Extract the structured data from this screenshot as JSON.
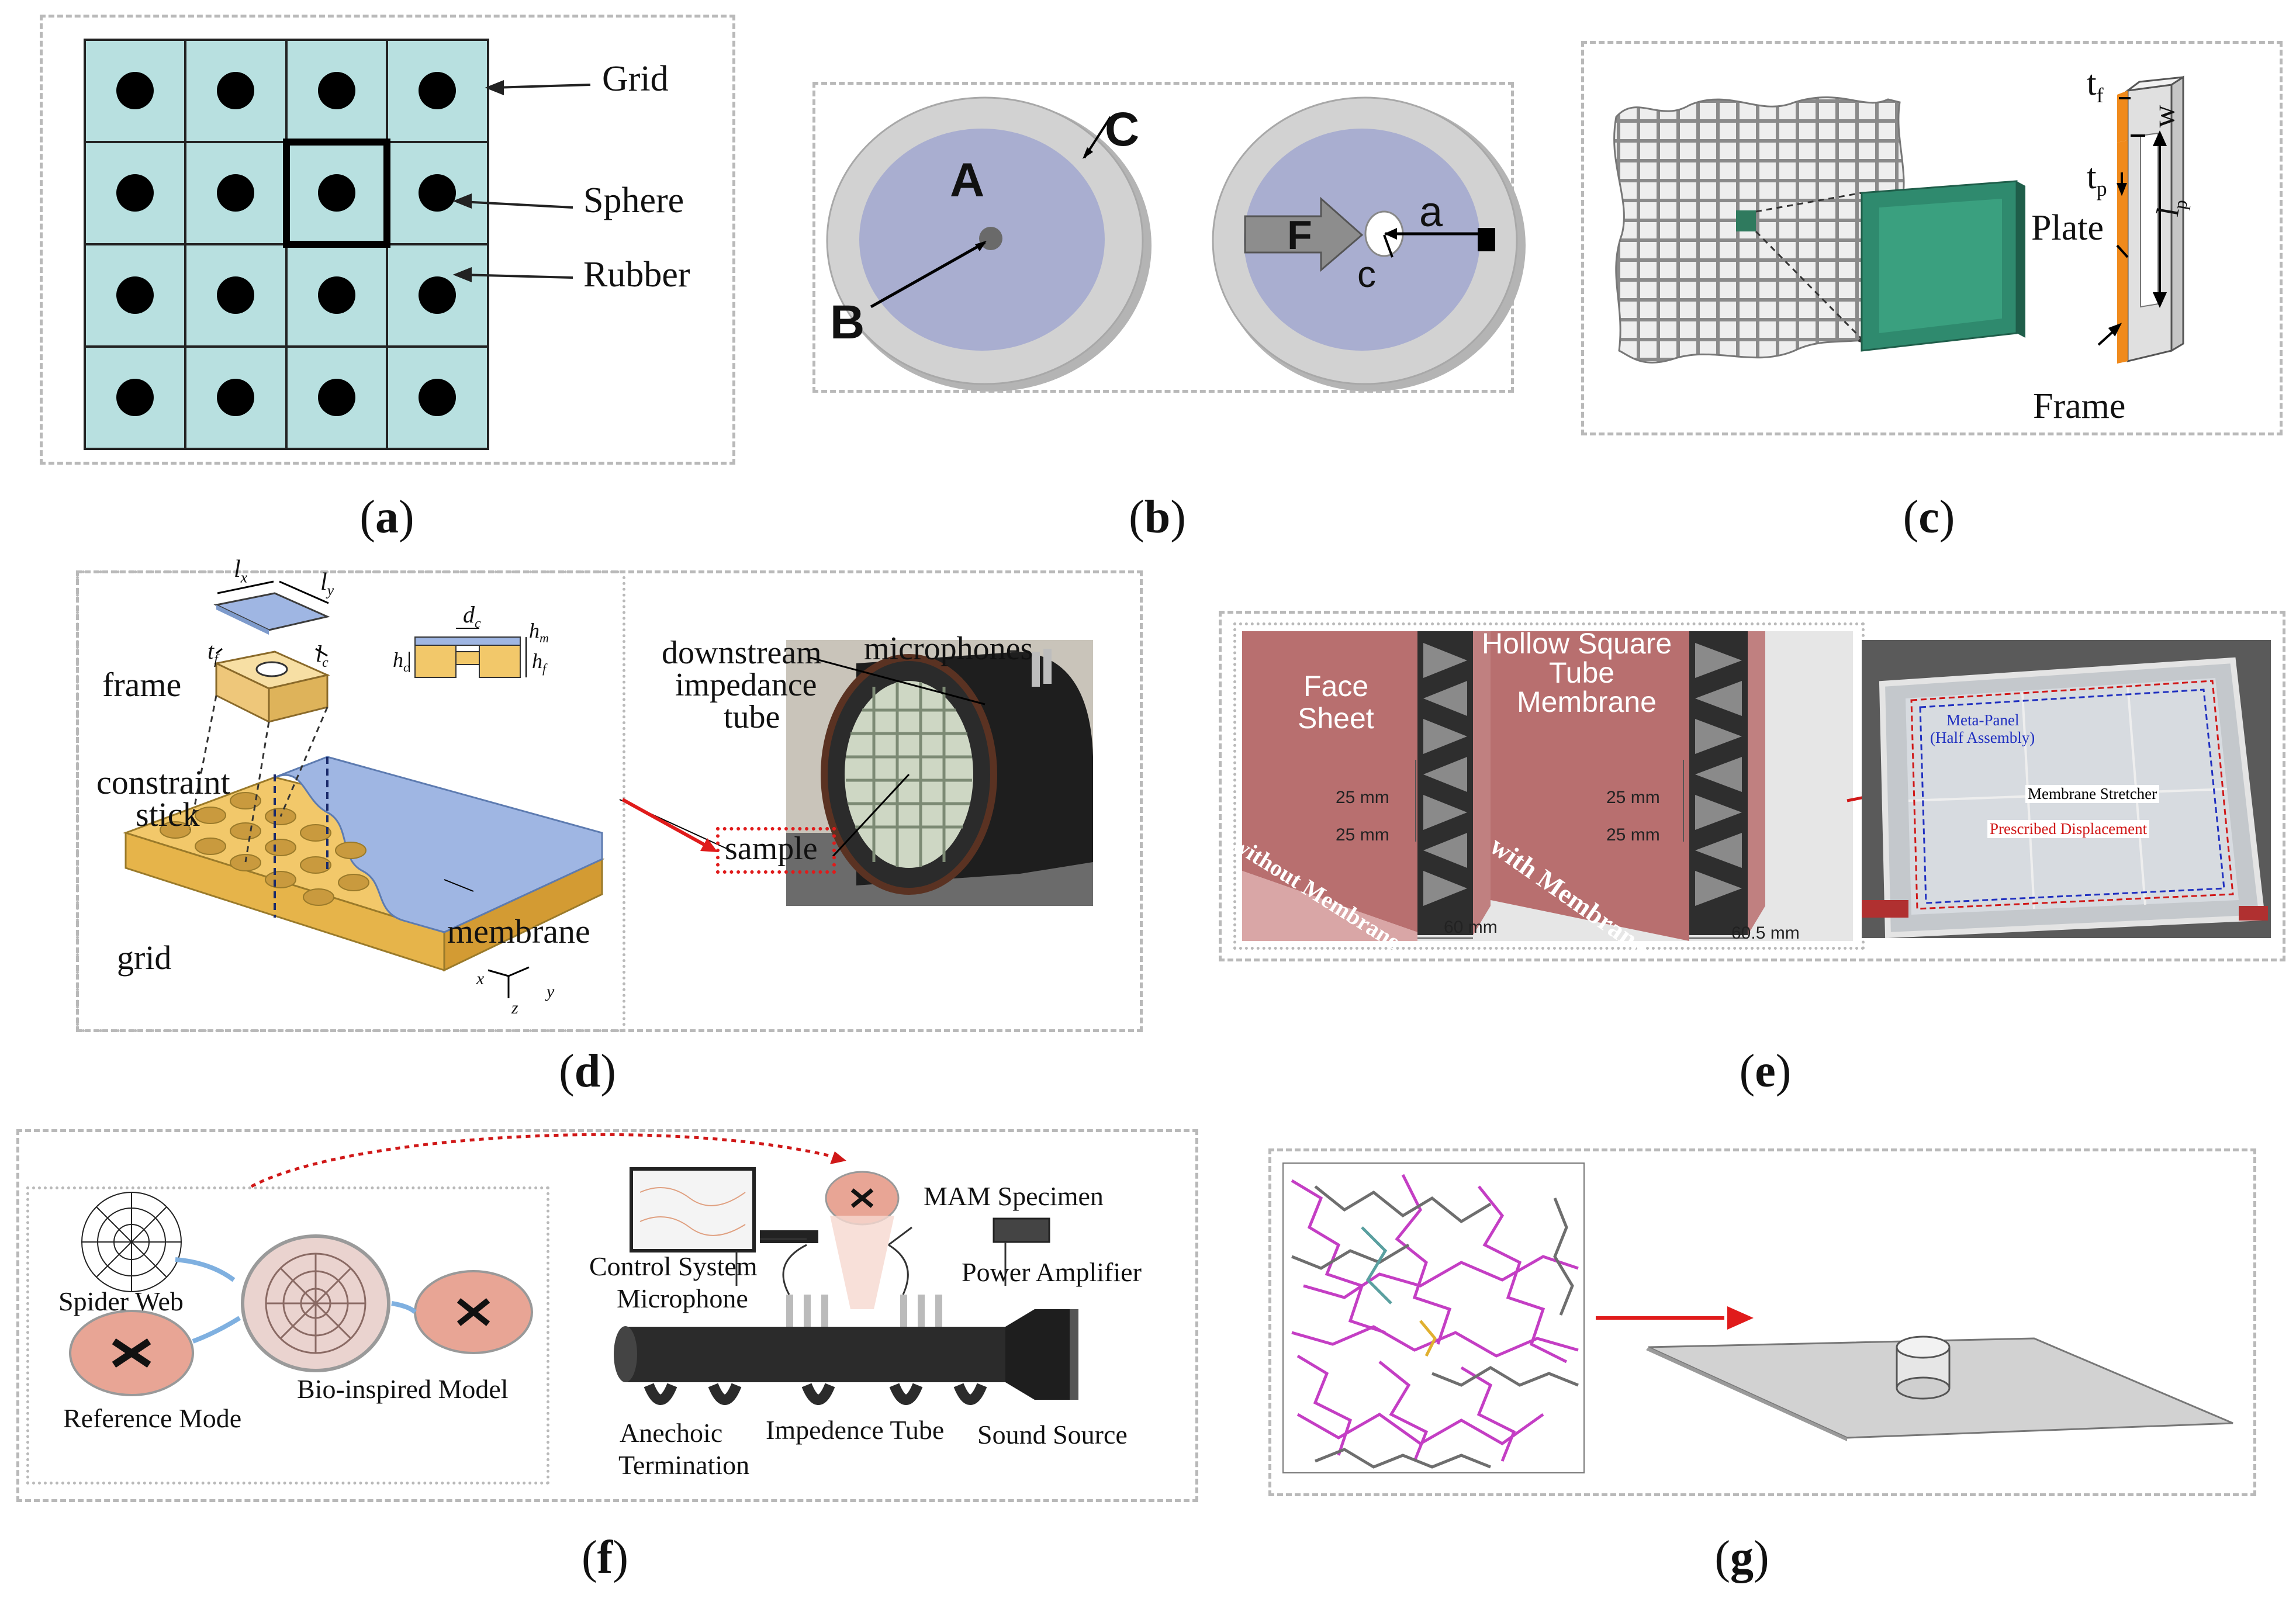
{
  "panels": {
    "a": {
      "caption_open": "(",
      "caption_letter": "a",
      "caption_close": ")",
      "labels": {
        "grid": "Grid",
        "sphere": "Sphere",
        "rubber": "Rubber"
      },
      "colors": {
        "cell": "#b8e0e0",
        "dot": "#000000"
      }
    },
    "b": {
      "caption_open": "(",
      "caption_letter": "b",
      "caption_close": ")",
      "labels": {
        "A": "A",
        "B": "B",
        "C": "C",
        "F": "F",
        "a": "a",
        "c": "c"
      },
      "colors": {
        "membrane": "#a9aed0",
        "frame": "#c8c8c8"
      }
    },
    "c": {
      "caption_open": "(",
      "caption_letter": "c",
      "caption_close": ")",
      "labels": {
        "tf": "t",
        "tf_sub": "f",
        "tp": "t",
        "tp_sub": "p",
        "w": "w",
        "lp": "l",
        "lp_sub": "p",
        "plate": "Plate",
        "frame": "Frame"
      },
      "colors": {
        "panel": "#2f8a6e",
        "frame": "#f08a1c"
      }
    },
    "d": {
      "caption_open": "(",
      "caption_letter": "d",
      "caption_close": ")",
      "labels": {
        "lx": "l",
        "lx_sub": "x",
        "ly": "l",
        "ly_sub": "y",
        "tf": "t",
        "tf_sub": "f",
        "lc": "l",
        "lc_sub": "c",
        "dc": "d",
        "dc_sub": "c",
        "hm": "h",
        "hm_sub": "m",
        "hc": "h",
        "hc_sub": "c",
        "hf": "h",
        "hf_sub": "f",
        "frame": "frame",
        "constraint": "constraint",
        "stick": "stick",
        "grid": "grid",
        "membrane": "membrane",
        "downstream": "downstream",
        "impedance": "impedance",
        "tube": "tube",
        "microphones": "microphones",
        "sample": "sample",
        "axis_x": "x",
        "axis_y": "y",
        "axis_z": "z"
      },
      "colors": {
        "grid": "#f2c86a",
        "membrane": "#9fb6e3",
        "highlight": "#e01b1b"
      }
    },
    "e": {
      "caption_open": "(",
      "caption_letter": "e",
      "caption_close": ")",
      "labels": {
        "face_sheet_1": "Face",
        "face_sheet_2": "Sheet",
        "hollow_1": "Hollow Square",
        "hollow_2": "Tube",
        "hollow_3": "Membrane",
        "dim_25a": "25 mm",
        "dim_25b": "25 mm",
        "dim_25c": "25 mm",
        "dim_25d": "25 mm",
        "dim_60": "60 mm",
        "dim_605": "60.5 mm",
        "without": "without Membrane",
        "with": "with Membrane",
        "meta_panel_1": "Meta-Panel",
        "meta_panel_2": "(Half Assembly)",
        "stretcher": "Membrane Stretcher",
        "prescribed": "Prescribed Displacement"
      },
      "colors": {
        "sheet": "#b86f6f",
        "blue": "#2030c0",
        "red": "#d01818"
      }
    },
    "f": {
      "caption_open": "(",
      "caption_letter": "f",
      "caption_close": ")",
      "labels": {
        "spider": "Spider Web",
        "reference": "Reference Mode",
        "bio": "Bio-inspired Model",
        "mam": "MAM Specimen",
        "power": "Power Amplifier",
        "control": "Control System",
        "microphone": "Microphone",
        "anechoic_1": "Anechoic",
        "anechoic_2": "Termination",
        "impedence": "Impedence Tube",
        "sound": "Sound Source"
      },
      "colors": {
        "disc": "#e8a595",
        "tube": "#2b2b2b"
      }
    },
    "g": {
      "caption_open": "(",
      "caption_letter": "g",
      "caption_close": ")",
      "colors": {
        "molecule": "#c43ec4",
        "plate": "#bdbdbd"
      }
    }
  }
}
